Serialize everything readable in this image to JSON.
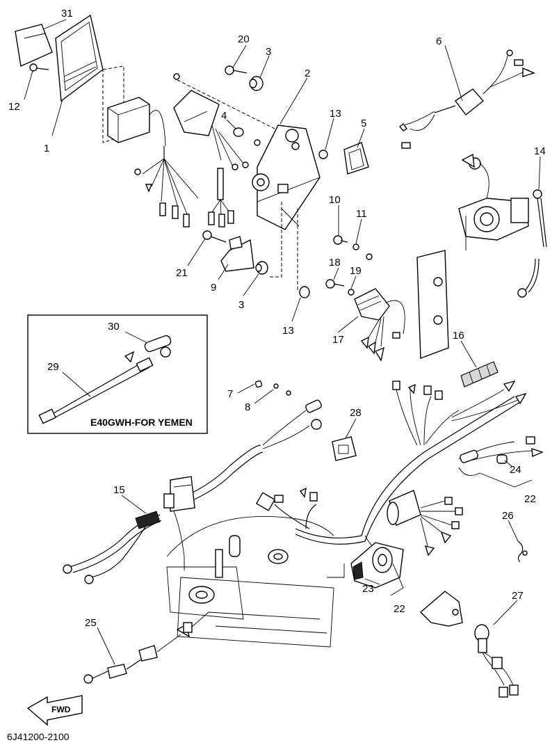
{
  "diagram": {
    "drawing_code": "6J41200-2100",
    "inset_title": "E40GWH-FOR YEMEN",
    "fwd_label": "FWD",
    "callouts": {
      "c1": "1",
      "c2": "2",
      "c3a": "3",
      "c3b": "3",
      "c4": "4",
      "c5": "5",
      "c6": "6",
      "c7": "7",
      "c8": "8",
      "c9": "9",
      "c10": "10",
      "c11": "11",
      "c12": "12",
      "c13a": "13",
      "c13b": "13",
      "c14": "14",
      "c15": "15",
      "c16": "16",
      "c17": "17",
      "c18": "18",
      "c19": "19",
      "c20": "20",
      "c21": "21",
      "c22a": "22",
      "c22b": "22",
      "c23": "23",
      "c24": "24",
      "c25": "25",
      "c26": "26",
      "c27": "27",
      "c28": "28",
      "c29": "29",
      "c30": "30",
      "c31": "31"
    }
  }
}
